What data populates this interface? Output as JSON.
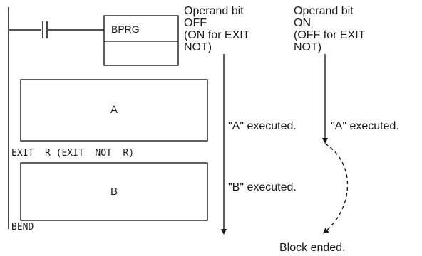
{
  "ladder": {
    "instruction": "BPRG",
    "block_a": "A",
    "block_b": "B",
    "exit_line": "EXIT  R (EXIT  NOT  R)",
    "bend": "BEND"
  },
  "left_column": {
    "line1": "Operand bit",
    "line2": "OFF",
    "line3": "(ON for EXIT",
    "line4": "NOT)",
    "a_executed": "\"A\" executed.",
    "b_executed": "\"B\" executed."
  },
  "right_column": {
    "line1": "Operand bit",
    "line2": "ON",
    "line3": "(OFF for EXIT",
    "line4": "NOT)",
    "a_executed": "\"A\" executed.",
    "block_ended": "Block ended."
  },
  "colors": {
    "line": "#1a1a1a",
    "background": "#ffffff"
  }
}
